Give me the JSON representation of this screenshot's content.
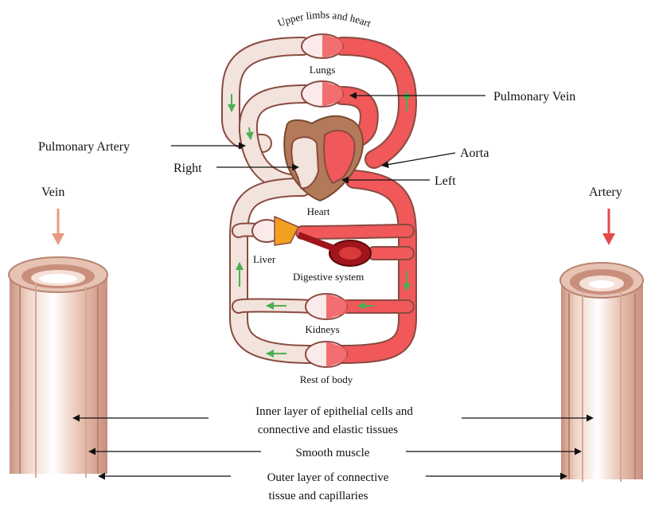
{
  "labels": {
    "upper_limbs": "Upper limbs and heart",
    "lungs": "Lungs",
    "pulmonary_vein": "Pulmonary Vein",
    "pulmonary_artery": "Pulmonary Artery",
    "aorta": "Aorta",
    "right": "Right",
    "left": "Left",
    "heart": "Heart",
    "vein": "Vein",
    "artery": "Artery",
    "liver": "Liver",
    "digestive": "Digestive system",
    "kidneys": "Kidneys",
    "rest_of_body": "Rest of body",
    "inner_layer_1": "Inner layer of epithelial cells and",
    "inner_layer_2": "connective and elastic tissues",
    "smooth_muscle": "Smooth muscle",
    "outer_layer_1": "Outer layer of connective",
    "outer_layer_2": "tissue and capillaries"
  },
  "colors": {
    "oxygenated": "#f0585a",
    "deoxygenated": "#f2e3dc",
    "outline": "#8a4a40",
    "heart": "#b27a58",
    "liver": "#f2a020",
    "digestive": "#a0141c",
    "vessel_outer": "#e7c3b3",
    "vessel_inner": "#c98f7d",
    "arrow_vein": "#e89a84",
    "arrow_artery": "#e64a4a",
    "flow_arrow": "#4caf50"
  }
}
